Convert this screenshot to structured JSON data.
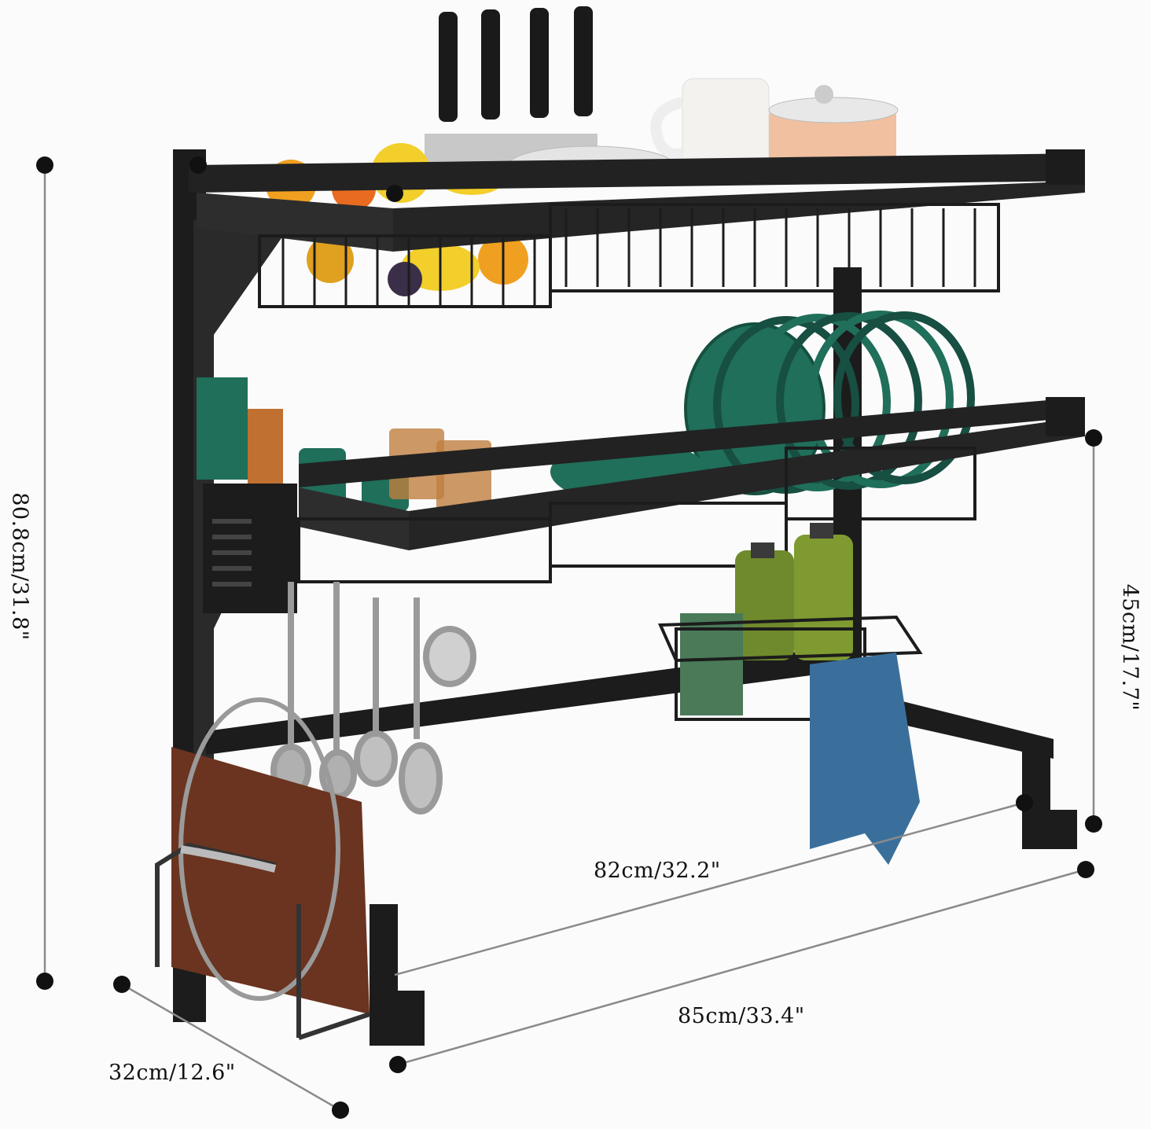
{
  "dimensions": {
    "height_total": "80.8cm/31.8\"",
    "height_inner": "45cm/17.7\"",
    "width_inner": "82cm/32.2\"",
    "width_outer": "85cm/33.4\"",
    "depth": "32cm/12.6\""
  },
  "colors": {
    "frame": "#1c1c1c",
    "plates": "#1f6f5a",
    "board": "#6b3420",
    "towel": "#3a6f9c",
    "bottle": "#6f8a2c",
    "fruit_orange": "#f0a020",
    "fruit_yellow": "#f2cf2a",
    "cup": "#f4f2ee",
    "pot": "#f0c0a0"
  }
}
